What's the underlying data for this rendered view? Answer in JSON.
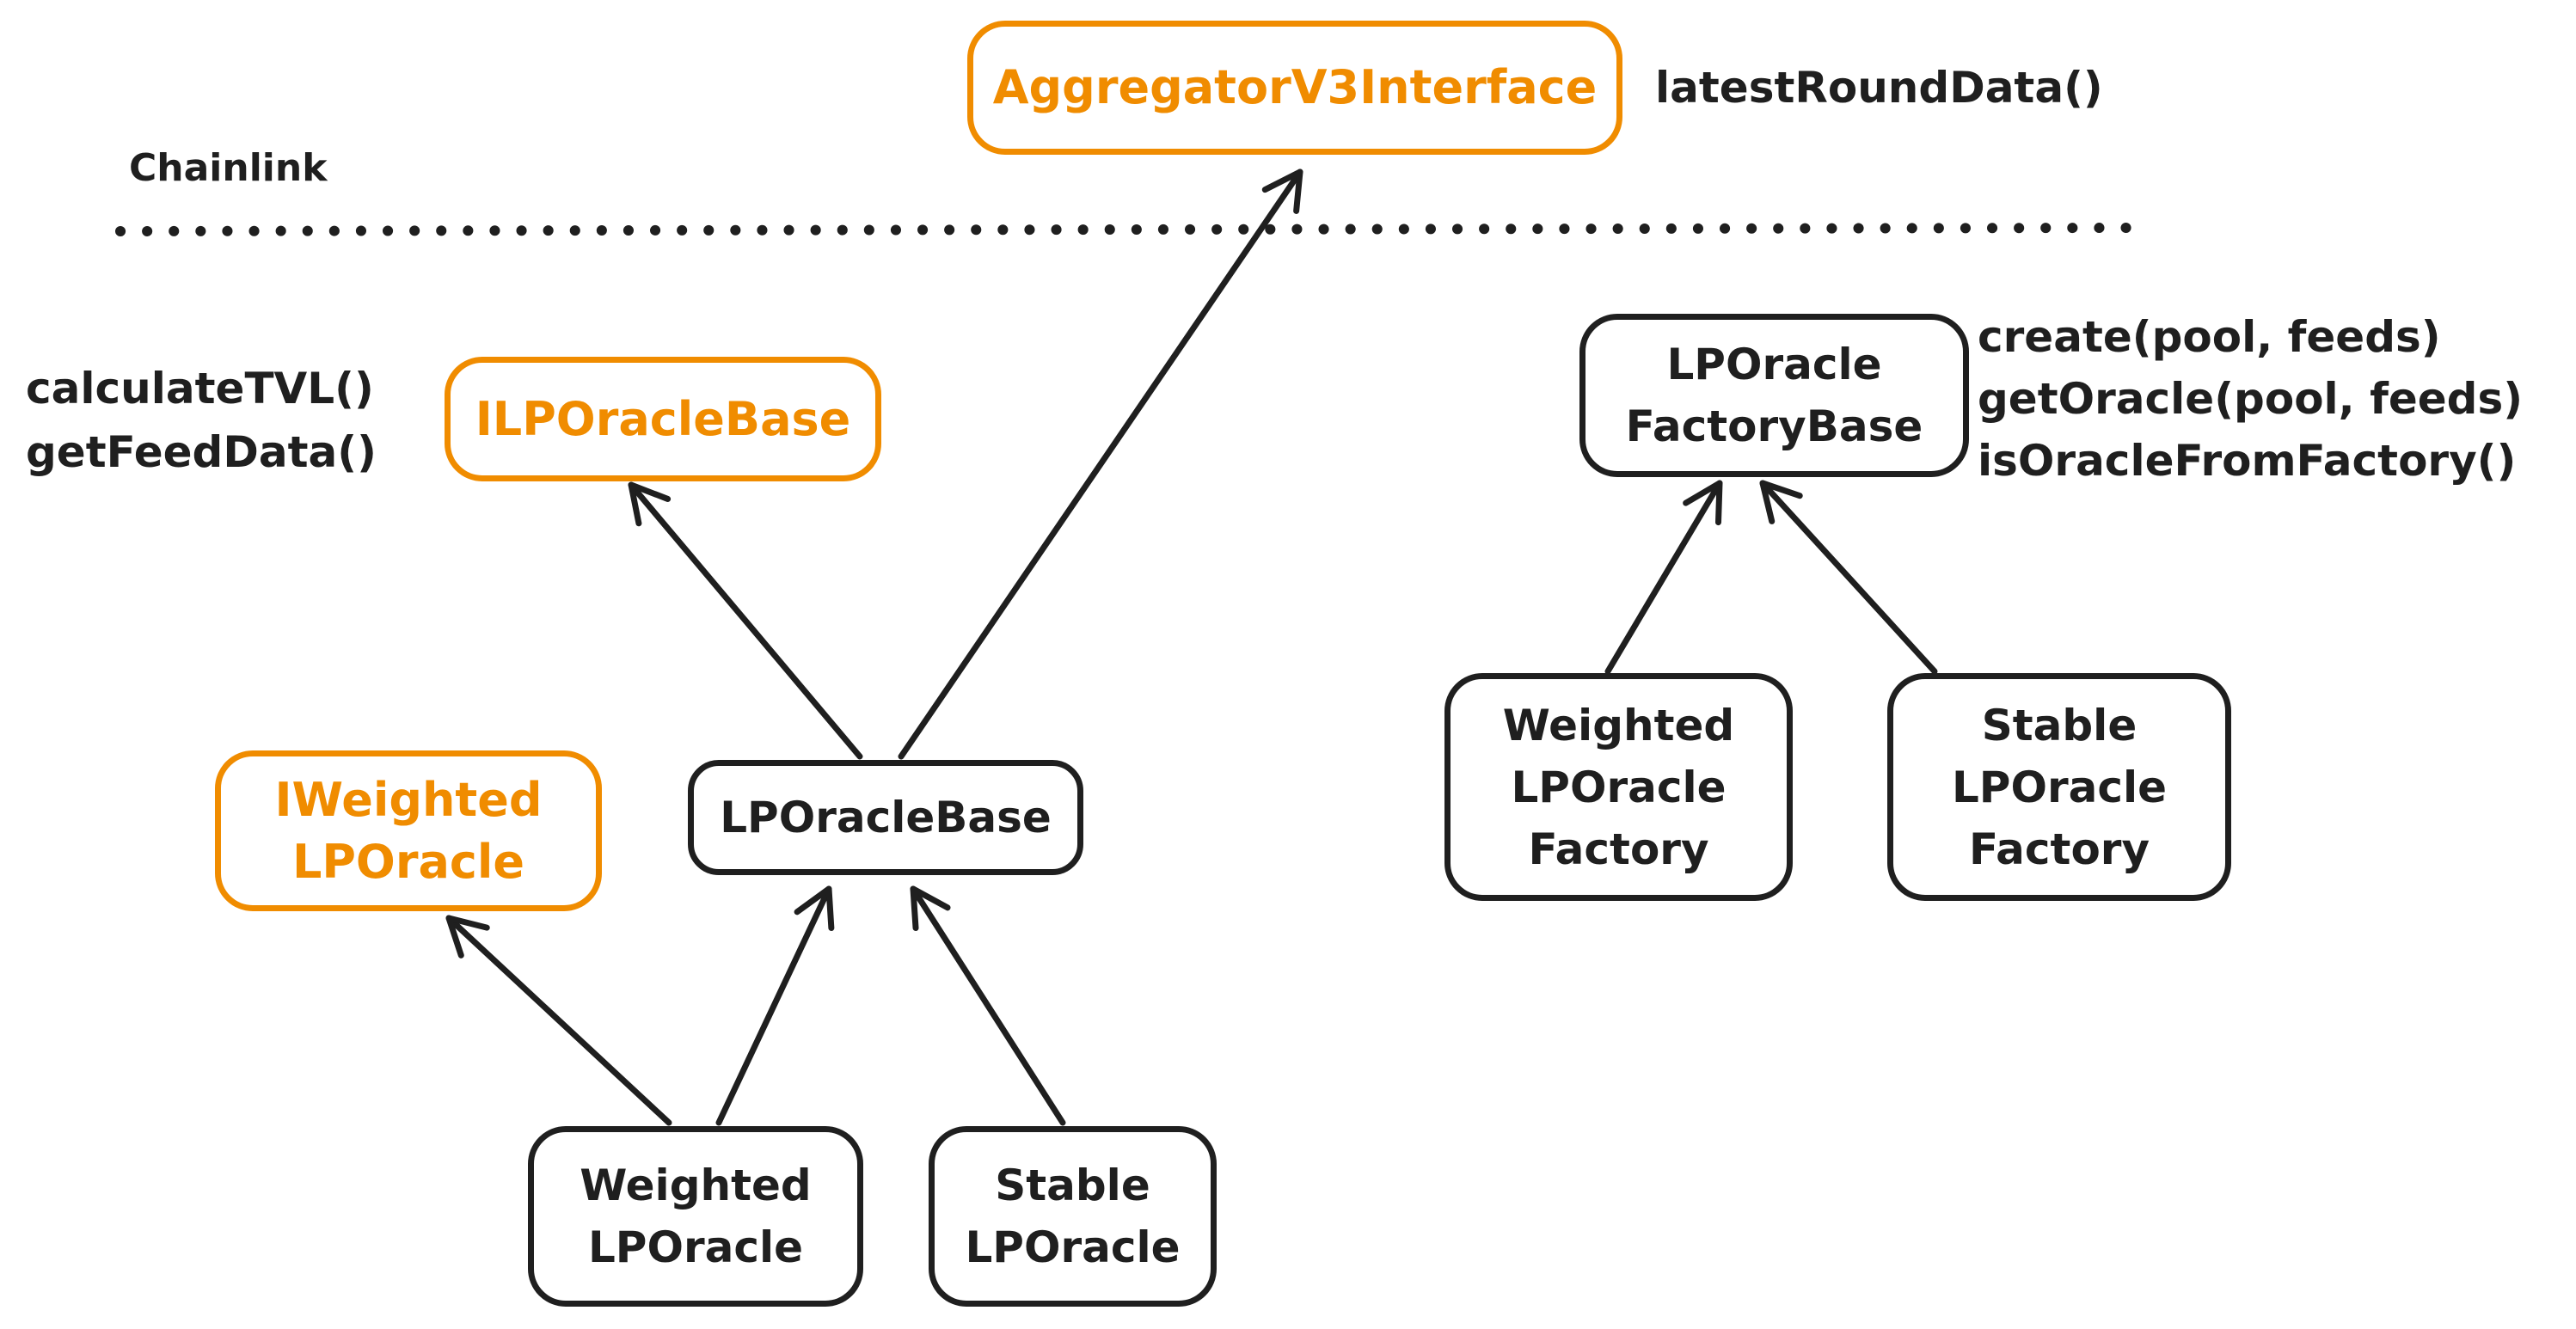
{
  "diagram": {
    "section_label": "Chainlink",
    "nodes": {
      "aggregator_v3_interface": {
        "label": "AggregatorV3Interface"
      },
      "ilp_oracle_base": {
        "label": "ILPOracleBase"
      },
      "iweighted_lp_oracle": {
        "label": "IWeighted\nLPOracle"
      },
      "lp_oracle_base": {
        "label": "LPOracleBase"
      },
      "weighted_lp_oracle": {
        "label": "Weighted\nLPOracle"
      },
      "stable_lp_oracle": {
        "label": "Stable\nLPOracle"
      },
      "lp_oracle_factory_base": {
        "label": "LPOracle\nFactoryBase"
      },
      "weighted_lp_oracle_factory": {
        "label": "Weighted\nLPOracle\nFactory"
      },
      "stable_lp_oracle_factory": {
        "label": "Stable\nLPOracle\nFactory"
      }
    },
    "annotations": {
      "latest_round_data": "latestRoundData()",
      "calculate_tvl": "calculateTVL()",
      "get_feed_data": "getFeedData()",
      "factory_method_create": "create(pool, feeds)",
      "factory_method_get_oracle": "getOracle(pool, feeds)",
      "factory_method_is_oracle_from_factory": "isOracleFromFactory()"
    },
    "colors": {
      "interface_orange": "#f08c00",
      "ink_black": "#1f1f1f",
      "background": "#ffffff"
    }
  }
}
